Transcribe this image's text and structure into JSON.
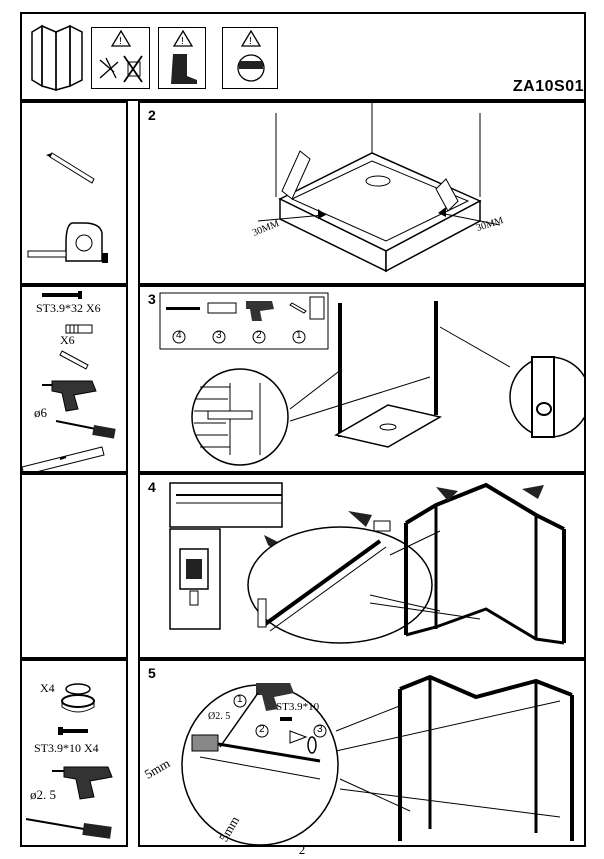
{
  "header": {
    "model_code": "ZA10S01",
    "icons": [
      "shower-enclosure-icon",
      "no-electric-tools-warning-icon",
      "safety-boots-warning-icon",
      "safety-goggles-warning-icon"
    ]
  },
  "steps": [
    {
      "number": "2",
      "tools": [
        "pencil-icon",
        "tape-measure-icon"
      ],
      "dimensions": [
        "30MM",
        "30MM"
      ]
    },
    {
      "number": "3",
      "tools_labels": {
        "screw": "ST3.9*32  X6",
        "plug": "X6",
        "drill_bit": "ø6"
      },
      "sequence": [
        "4",
        "3",
        "2",
        "1"
      ]
    },
    {
      "number": "4",
      "tools": []
    },
    {
      "number": "5",
      "tools_labels": {
        "ring": "X4",
        "screw": "ST3.9*10  X4",
        "drill_bit": "ø2. 5"
      },
      "detail_labels": {
        "drill_size": "Ø2. 5",
        "screw_size": "ST3.9*10",
        "mm1": "5mm",
        "mm2": "5mm"
      },
      "sequence": [
        "1",
        "2",
        "3"
      ]
    }
  ],
  "page_number": "2"
}
